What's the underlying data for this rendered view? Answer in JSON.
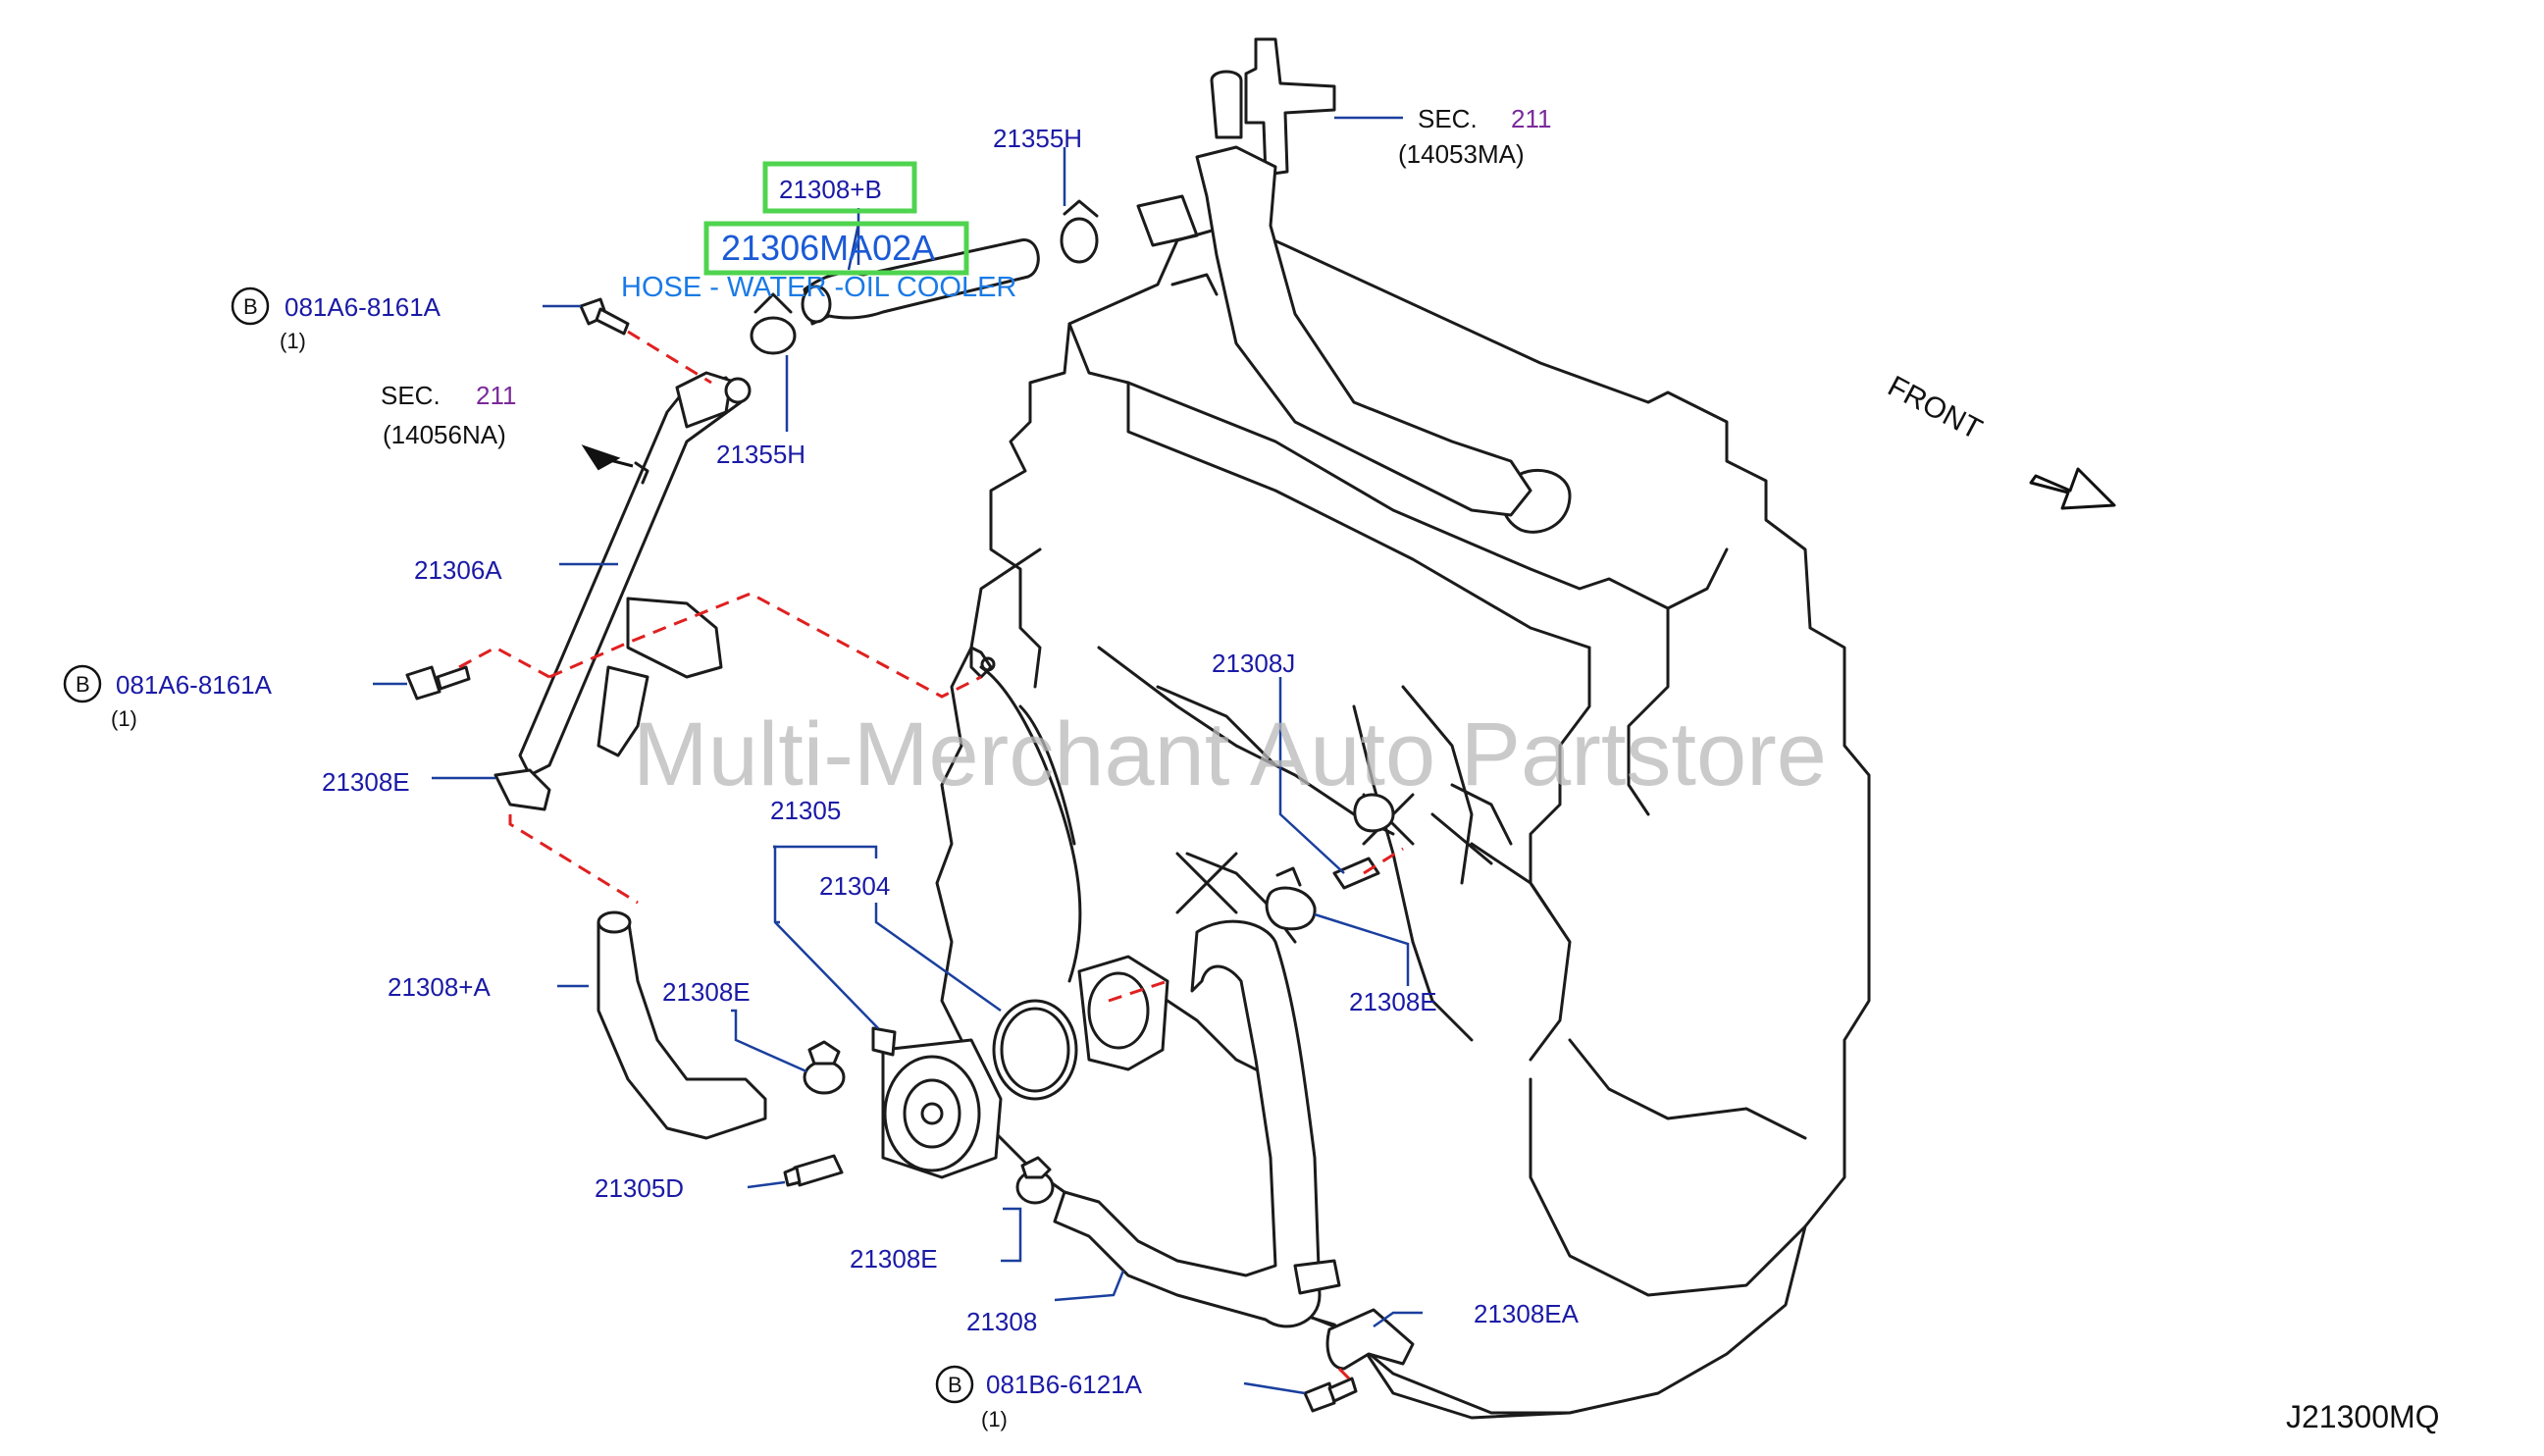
{
  "diagram": {
    "diagram_code": "J21300MQ",
    "watermark": "Multi-Merchant Auto Partstore",
    "front_label": "FRONT",
    "selected_part": {
      "qty_label": "21308+B",
      "part_number": "21306MA02A",
      "description": "HOSE - WATER -OIL COOLER",
      "highlight_color": "#4fd44f"
    },
    "section_refs": [
      {
        "prefix": "SEC.",
        "number": "211",
        "sub": "(14053MA)"
      },
      {
        "prefix": "SEC.",
        "number": "211",
        "sub": "(14056NA)"
      }
    ],
    "bolt_refs": [
      {
        "badge": "B",
        "part": "081A6-8161A",
        "qty": "(1)"
      },
      {
        "badge": "B",
        "part": "081A6-8161A",
        "qty": "(1)"
      },
      {
        "badge": "B",
        "part": "081B6-6121A",
        "qty": "(1)"
      }
    ],
    "callouts": [
      "21355H",
      "21355H",
      "21306A",
      "21308E",
      "21308J",
      "21305",
      "21304",
      "21308E",
      "21308+A",
      "21308E",
      "21305D",
      "21308E",
      "21308",
      "21308EA"
    ],
    "colors": {
      "callout_text": "#1a1aa6",
      "section_number": "#7a2a9a",
      "selected_text": "#1a5ad6",
      "description_text": "#1a7ae6",
      "leader_line": "#1a3f9e",
      "dashed_line": "#e02020"
    }
  }
}
